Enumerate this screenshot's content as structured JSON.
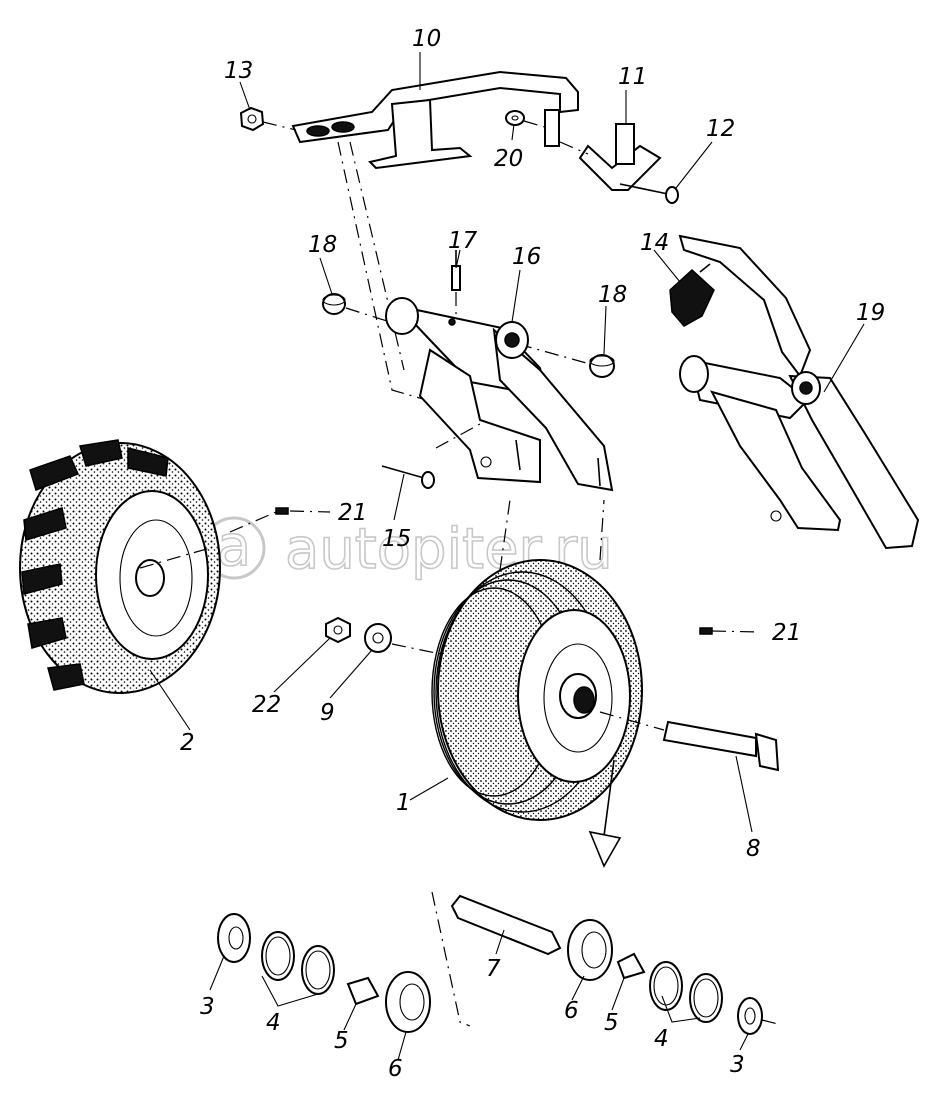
{
  "watermark": "autopiter.ru",
  "callouts": [
    {
      "id": "c1",
      "text": "1"
    },
    {
      "id": "c2",
      "text": "2"
    },
    {
      "id": "c3a",
      "text": "3"
    },
    {
      "id": "c3b",
      "text": "3"
    },
    {
      "id": "c4a",
      "text": "4"
    },
    {
      "id": "c4b",
      "text": "4"
    },
    {
      "id": "c5a",
      "text": "5"
    },
    {
      "id": "c5b",
      "text": "5"
    },
    {
      "id": "c6a",
      "text": "6"
    },
    {
      "id": "c6b",
      "text": "6"
    },
    {
      "id": "c7",
      "text": "7"
    },
    {
      "id": "c8",
      "text": "8"
    },
    {
      "id": "c9",
      "text": "9"
    },
    {
      "id": "c10",
      "text": "10"
    },
    {
      "id": "c11",
      "text": "11"
    },
    {
      "id": "c12",
      "text": "12"
    },
    {
      "id": "c13",
      "text": "13"
    },
    {
      "id": "c14",
      "text": "14"
    },
    {
      "id": "c15",
      "text": "15"
    },
    {
      "id": "c16",
      "text": "16"
    },
    {
      "id": "c17",
      "text": "17"
    },
    {
      "id": "c18a",
      "text": "18"
    },
    {
      "id": "c18b",
      "text": "18"
    },
    {
      "id": "c19",
      "text": "19"
    },
    {
      "id": "c20",
      "text": "20"
    },
    {
      "id": "c21a",
      "text": "21"
    },
    {
      "id": "c21b",
      "text": "21"
    },
    {
      "id": "c22",
      "text": "22"
    }
  ]
}
